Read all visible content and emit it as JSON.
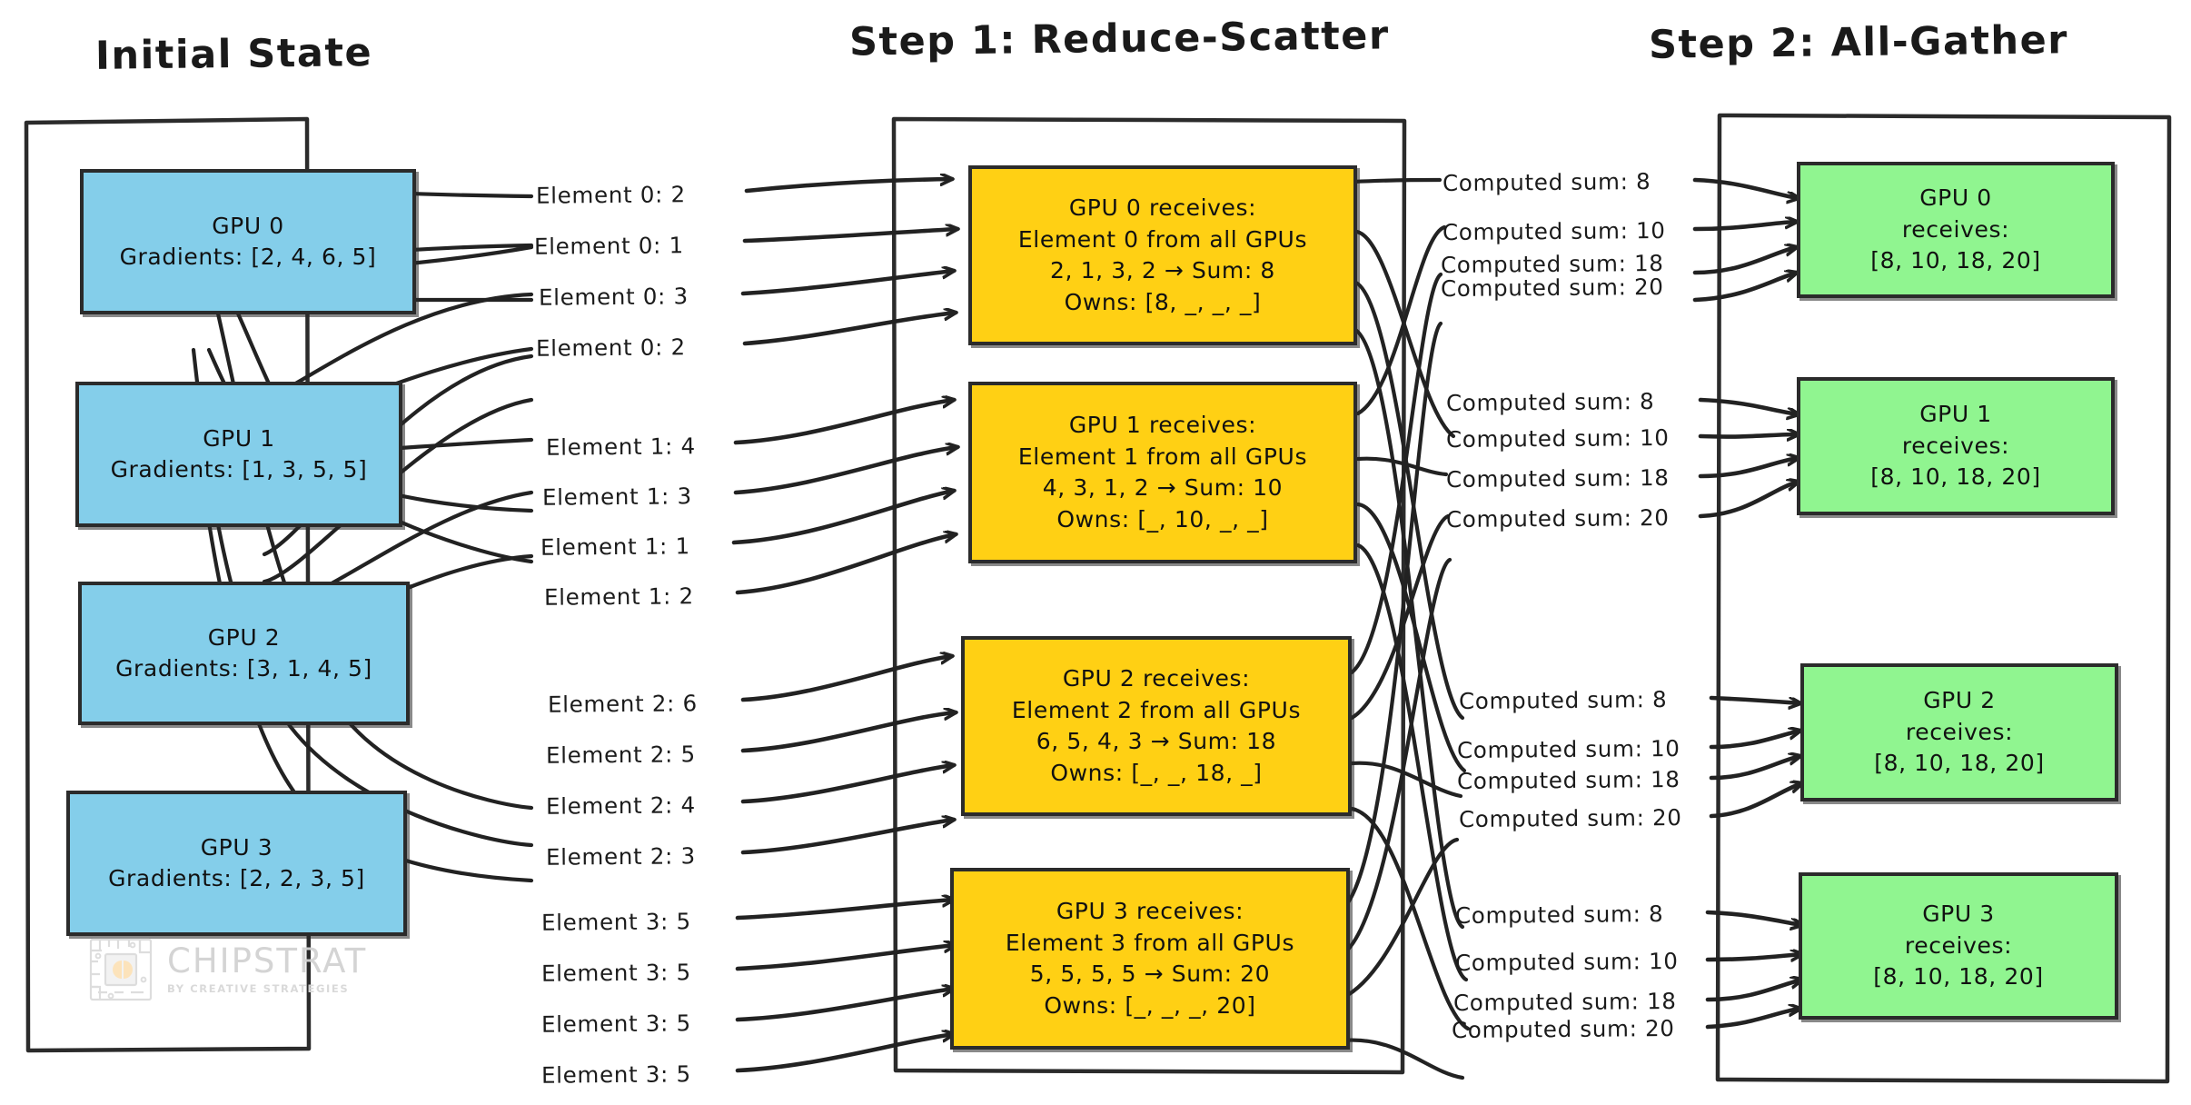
{
  "columns": [
    {
      "title": "Initial State"
    },
    {
      "title": "Step 1: Reduce-Scatter"
    },
    {
      "title": "Step 2: All-Gather"
    }
  ],
  "initial_state": {
    "gpus": [
      {
        "name": "GPU 0",
        "gradients": "Gradients: [2, 4, 6, 5]"
      },
      {
        "name": "GPU 1",
        "gradients": "Gradients: [1, 3, 5, 5]"
      },
      {
        "name": "GPU 2",
        "gradients": "Gradients: [3, 1, 4, 5]"
      },
      {
        "name": "GPU 3",
        "gradients": "Gradients: [2, 2, 3, 5]"
      }
    ]
  },
  "reduce_scatter": {
    "gpus": [
      {
        "line1": "GPU 0 receives:",
        "line2": "Element 0 from all GPUs",
        "line3": "2, 1, 3, 2 → Sum: 8",
        "line4": "Owns: [8, _, _, _]"
      },
      {
        "line1": "GPU 1 receives:",
        "line2": "Element 1 from all GPUs",
        "line3": "4, 3, 1, 2 → Sum: 10",
        "line4": "Owns: [_, 10, _, _]"
      },
      {
        "line1": "GPU 2 receives:",
        "line2": "Element 2 from all GPUs",
        "line3": "6, 5, 4, 3 → Sum: 18",
        "line4": "Owns: [_, _, 18, _]"
      },
      {
        "line1": "GPU 3 receives:",
        "line2": "Element 3 from all GPUs",
        "line3": "5, 5, 5, 5 → Sum: 20",
        "line4": "Owns: [_, _, _, 20]"
      }
    ]
  },
  "all_gather": {
    "gpus": [
      {
        "name": "GPU 0",
        "receives": "receives:",
        "values": "[8, 10, 18, 20]"
      },
      {
        "name": "GPU 1",
        "receives": "receives:",
        "values": "[8, 10, 18, 20]"
      },
      {
        "name": "GPU 2",
        "receives": "receives:",
        "values": "[8, 10, 18, 20]"
      },
      {
        "name": "GPU 3",
        "receives": "receives:",
        "values": "[8, 10, 18, 20]"
      }
    ]
  },
  "scatter_edge_labels": [
    {
      "text": "Element 0: 2"
    },
    {
      "text": "Element 0: 1"
    },
    {
      "text": "Element 0: 3"
    },
    {
      "text": "Element 0: 2"
    },
    {
      "text": "Element 1: 4"
    },
    {
      "text": "Element 1: 3"
    },
    {
      "text": "Element 1: 1"
    },
    {
      "text": "Element 1: 2"
    },
    {
      "text": "Element 2: 6"
    },
    {
      "text": "Element 2: 5"
    },
    {
      "text": "Element 2: 4"
    },
    {
      "text": "Element 2: 3"
    },
    {
      "text": "Element 3: 5"
    },
    {
      "text": "Element 3: 5"
    },
    {
      "text": "Element 3: 5"
    },
    {
      "text": "Element 3: 5"
    }
  ],
  "gather_edge_labels": [
    {
      "text": "Computed sum: 8"
    },
    {
      "text": "Computed sum: 10"
    },
    {
      "text": "Computed sum: 18"
    },
    {
      "text": "Computed sum: 20"
    },
    {
      "text": "Computed sum: 8"
    },
    {
      "text": "Computed sum: 10"
    },
    {
      "text": "Computed sum: 18"
    },
    {
      "text": "Computed sum: 20"
    },
    {
      "text": "Computed sum: 8"
    },
    {
      "text": "Computed sum: 10"
    },
    {
      "text": "Computed sum: 18"
    },
    {
      "text": "Computed sum: 20"
    },
    {
      "text": "Computed sum: 8"
    },
    {
      "text": "Computed sum: 10"
    },
    {
      "text": "Computed sum: 18"
    },
    {
      "text": "Computed sum: 20"
    }
  ],
  "watermark": {
    "name": "CHIPSTRAT",
    "tagline": "BY CREATIVE STRATEGIES"
  },
  "colors": {
    "blue": "#84CEEA",
    "yellow": "#FFD014",
    "green": "#90F590",
    "stroke": "#2b2b2b",
    "background": "#ffffff"
  }
}
